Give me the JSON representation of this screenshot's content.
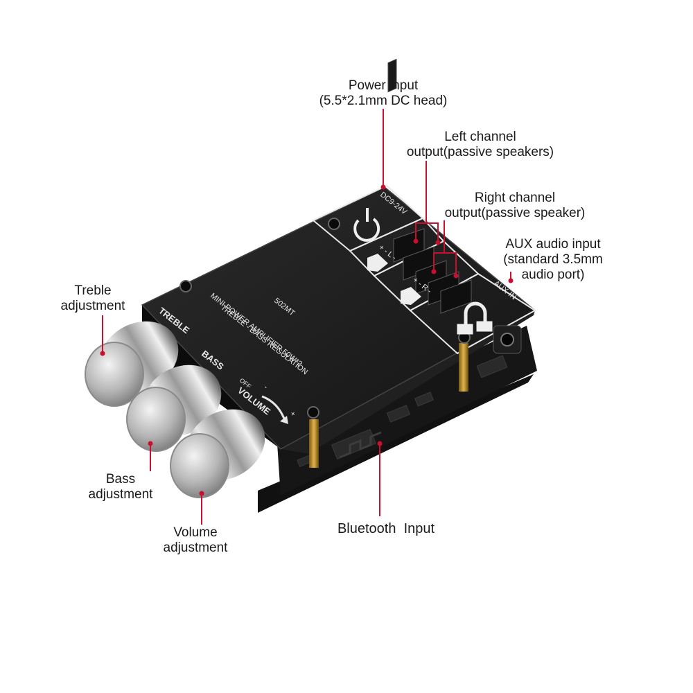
{
  "callouts": {
    "power": {
      "line1": "Power input",
      "line2": "(5.5*2.1mm DC head)"
    },
    "left_channel": {
      "line1": "Left channel",
      "line2": "output(passive speakers)"
    },
    "right_channel": {
      "line1": "Right channel",
      "line2": "output(passive speaker)"
    },
    "aux": {
      "line1": "AUX audio input",
      "line2": "(standard 3.5mm",
      "line3": "audio port)"
    },
    "treble": {
      "line1": "Treble",
      "line2": "adjustment"
    },
    "bass": {
      "line1": "Bass",
      "line2": "adjustment"
    },
    "volume": {
      "line1": "Volume",
      "line2": "adjustment"
    },
    "bluetooth": {
      "line1": "Bluetooth  Input"
    }
  },
  "panel_print": {
    "model": "502MT",
    "line1": "TREBLE -  BASS REGULATION",
    "line2": "MINI  POWER  AMPLIFIER  50W*2",
    "treble": "TREBLE",
    "bass": "BASS",
    "volume": "VOLUME",
    "off": "OFF",
    "minus": "-",
    "plus": "+",
    "dc": "DC9-24V",
    "left_terminal": "+ - L -",
    "right_terminal": "+ - R -",
    "aux": "AUX-IN"
  },
  "colors": {
    "accent": "#c8102e",
    "panel": "#1b1b1b",
    "pcb": "#0e0e0e",
    "knob": "#c9c9c9"
  },
  "icons": [
    "power-icon",
    "speaker-icon",
    "headphone-jack-icon"
  ]
}
